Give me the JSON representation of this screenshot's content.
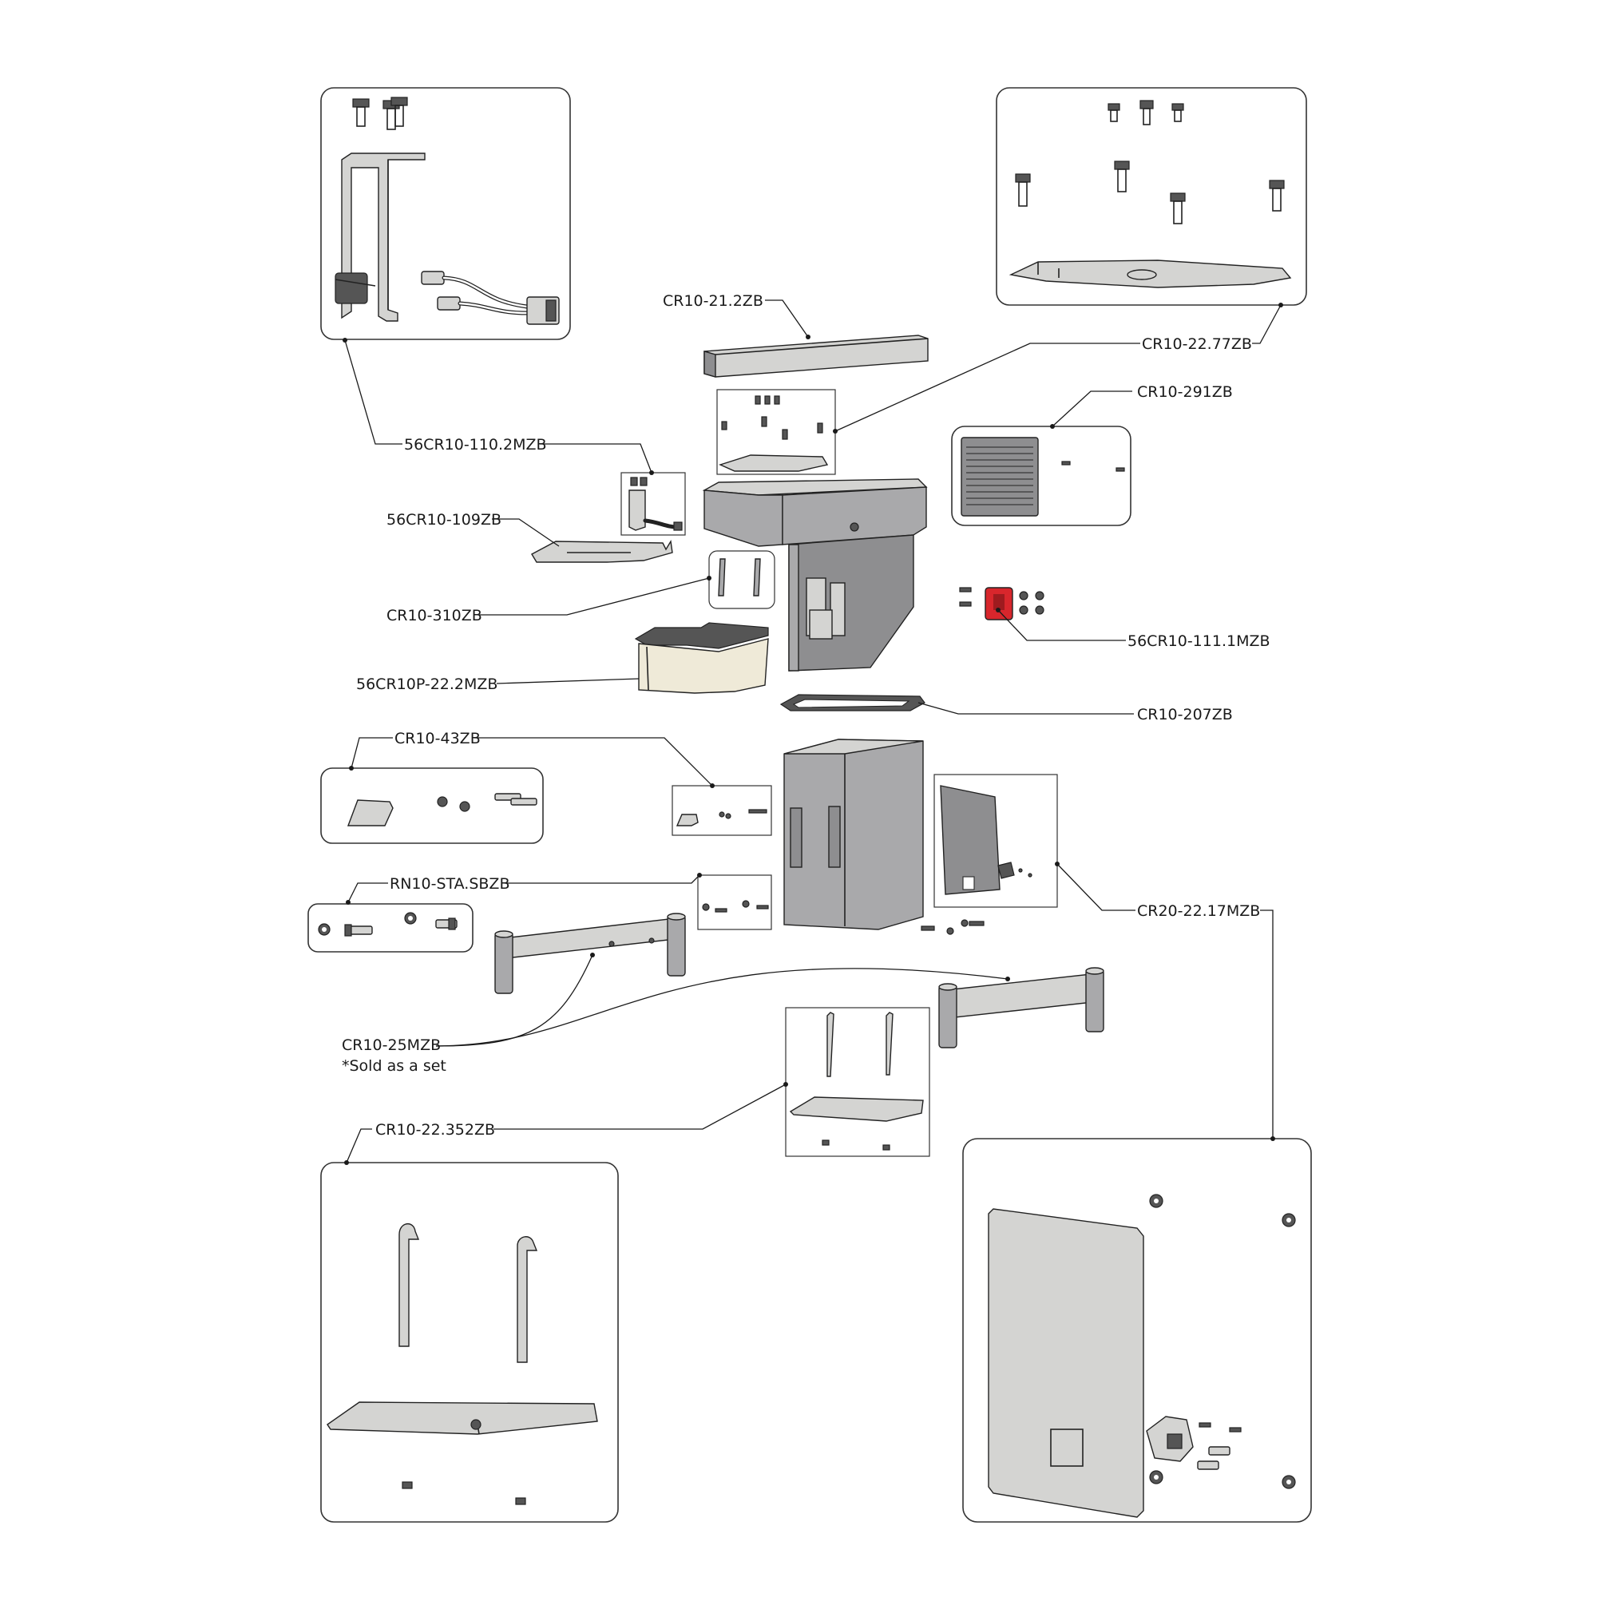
{
  "parts": [
    {
      "id": "p1",
      "code": "CR10-21.2ZB"
    },
    {
      "id": "p2",
      "code": "CR10-22.77ZB"
    },
    {
      "id": "p3",
      "code": "CR10-291ZB"
    },
    {
      "id": "p4",
      "code": "56CR10-110.2MZB"
    },
    {
      "id": "p5",
      "code": "56CR10-109ZB"
    },
    {
      "id": "p6",
      "code": "CR10-310ZB"
    },
    {
      "id": "p7",
      "code": "56CR10-111.1MZB"
    },
    {
      "id": "p8",
      "code": "56CR10P-22.2MZB"
    },
    {
      "id": "p9",
      "code": "CR10-207ZB"
    },
    {
      "id": "p10",
      "code": "CR10-43ZB"
    },
    {
      "id": "p11",
      "code": "RN10-STA.SBZB"
    },
    {
      "id": "p12",
      "code": "CR20-22.17MZB"
    },
    {
      "id": "p13",
      "code": "CR10-25MZB",
      "note": "*Sold as a set"
    },
    {
      "id": "p14",
      "code": "CR10-22.352ZB"
    }
  ],
  "colors": {
    "metal": "#a9a9ab",
    "metal_dark": "#8e8e90",
    "metal_light": "#d4d4d2",
    "cream": "#efead8",
    "accent_red": "#d8262c",
    "outline": "#222222"
  }
}
